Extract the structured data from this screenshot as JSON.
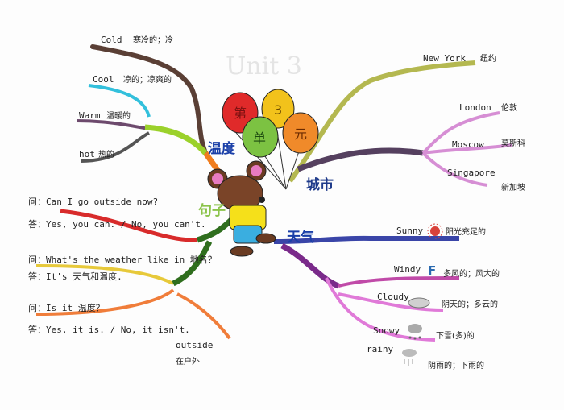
{
  "title": "Unit 3",
  "balloons": [
    "第",
    "3",
    "单",
    "元"
  ],
  "topics": {
    "temperature": {
      "label": "温度",
      "items": [
        {
          "en": "Cold",
          "zh": "寒冷的；冷"
        },
        {
          "en": "Cool",
          "zh": "凉的；凉爽的"
        },
        {
          "en": "Warm",
          "zh": "温暖的"
        },
        {
          "en": "hot",
          "zh": "热的"
        }
      ]
    },
    "city": {
      "label": "城市",
      "items": [
        {
          "en": "New York",
          "zh": "纽约"
        },
        {
          "en": "London",
          "zh": "伦敦"
        },
        {
          "en": "Moscow",
          "zh": "莫斯科"
        },
        {
          "en": "Singapore",
          "zh": "新加坡"
        }
      ]
    },
    "sentences": {
      "label": "句子",
      "items": [
        {
          "q": "问：Can I go outside now?",
          "a": "答：Yes, you can. / No, you can't."
        },
        {
          "q": "问：What's the weather like in 地名？",
          "a": "答：It's 天气和温度."
        },
        {
          "q": "问：Is it 温度？",
          "a": "答：Yes, it is. / No, it isn't."
        }
      ],
      "extra": {
        "en": "outside",
        "zh": "在户外"
      }
    },
    "weather": {
      "label": "天气",
      "items": [
        {
          "en": "Sunny",
          "zh": "阳光充足的",
          "icon": "sun-icon"
        },
        {
          "en": "Windy",
          "zh": "多风的；风大的",
          "icon": "wind-icon"
        },
        {
          "en": "Cloudy",
          "zh": "阴天的；多云的",
          "icon": "cloud-icon"
        },
        {
          "en": "Snowy",
          "zh": "下雪(多)的",
          "icon": "snow-cloud-icon"
        },
        {
          "en": "rainy",
          "zh": "阴雨的；下雨的",
          "icon": "rain-cloud-icon"
        }
      ]
    }
  },
  "colors": {
    "temperature": "#1a3fa8",
    "city": "#1e3a8a",
    "sentences": "#8bc34a",
    "weather": "#1a3fa8"
  }
}
